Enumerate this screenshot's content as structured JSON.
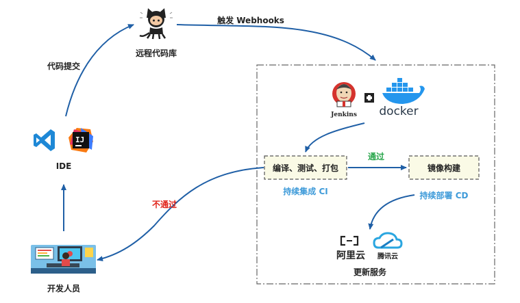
{
  "labels": {
    "remote_repo": "远程代码库",
    "trigger": "触发 Webhooks",
    "commit": "代码提交",
    "ide": "IDE",
    "developer": "开发人员",
    "fail": "不通过",
    "build_test_pack": "编译、测试、打包",
    "pass": "通过",
    "image_build": "镜像构建",
    "ci": "持续集成 CI",
    "cd": "持续部署 CD",
    "update_service": "更新服务",
    "jenkins": "Jenkins",
    "docker": "docker",
    "aliyun": "阿里云",
    "tencent": "腾讯云",
    "intellij": "IJ"
  },
  "colors": {
    "arrow": "#1f5fa6",
    "ci_label": "#3f9bd9",
    "pass_label": "#27a54a",
    "fail_label": "#e0241b",
    "vscode": "#1e88d6",
    "docker": "#2496ed"
  },
  "icons": {
    "github": "octocat-icon",
    "vscode": "vscode-icon",
    "intellij": "intellij-icon",
    "jenkins": "jenkins-icon",
    "docker": "docker-whale-icon",
    "aliyun": "aliyun-icon",
    "tencent": "tencent-cloud-icon",
    "developer": "developer-desk-icon"
  }
}
